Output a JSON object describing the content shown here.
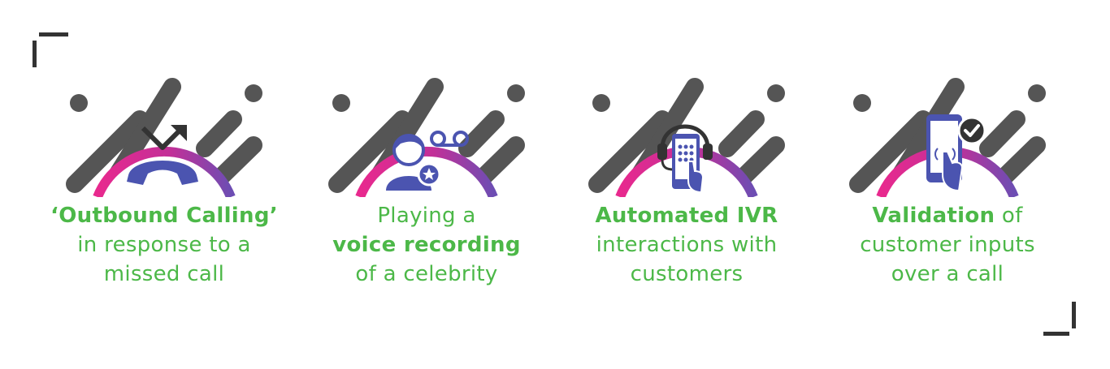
{
  "colors": {
    "accent_green": "#4cb848",
    "ring_pink": "#e8298e",
    "ring_purple": "#7a4bb0",
    "icon_blue": "#4b54b0",
    "stripe_gray": "#555555"
  },
  "cards": [
    {
      "icon": "outbound-call-icon",
      "lines": [
        {
          "bold": "‘Outbound Calling’",
          "regular": ""
        },
        {
          "bold": "",
          "regular": "in response to a"
        },
        {
          "bold": "",
          "regular": "missed call"
        }
      ]
    },
    {
      "icon": "voice-recording-icon",
      "lines": [
        {
          "bold": "",
          "regular": "Playing a"
        },
        {
          "bold": "voice recording",
          "regular": ""
        },
        {
          "bold": "",
          "regular": "of a celebrity"
        }
      ]
    },
    {
      "icon": "ivr-phone-headset-icon",
      "lines": [
        {
          "bold": "Automated IVR",
          "regular": ""
        },
        {
          "bold": "",
          "regular": "interactions with"
        },
        {
          "bold": "",
          "regular": "customers"
        }
      ]
    },
    {
      "icon": "phone-validation-icon",
      "lines": [
        {
          "bold": "Validation",
          "regular": " of"
        },
        {
          "bold": "",
          "regular": "customer inputs"
        },
        {
          "bold": "",
          "regular": "over a call"
        }
      ]
    }
  ]
}
